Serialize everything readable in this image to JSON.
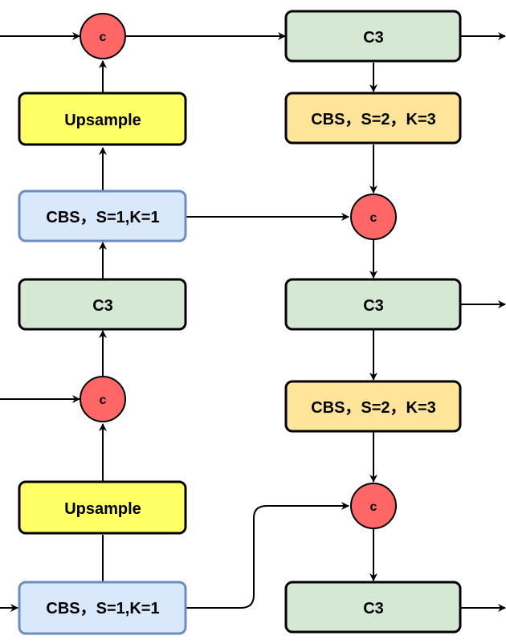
{
  "colors": {
    "upsample": "#ffff66",
    "cbs_s1": "#dae8fc",
    "cbs_s1_border": "#6c8ebf",
    "c3": "#d5e8d4",
    "cbs_s2": "#ffe599",
    "concat": "#ff6666",
    "line": "#000000"
  },
  "nodes": {
    "concat_top_left": "c",
    "upsample_top": "Upsample",
    "cbs_s1_top": "CBS，S=1,K=1",
    "c3_left": "C3",
    "concat_mid_left": "c",
    "upsample_bottom": "Upsample",
    "cbs_s1_bottom": "CBS，S=1,K=1",
    "c3_top_right": "C3",
    "cbs_s2_top": "CBS，S=2，K=3",
    "concat_top_right": "c",
    "c3_mid_right": "C3",
    "cbs_s2_bottom": "CBS，S=2，K=3",
    "concat_bottom_right": "c",
    "c3_bottom_right": "C3"
  }
}
